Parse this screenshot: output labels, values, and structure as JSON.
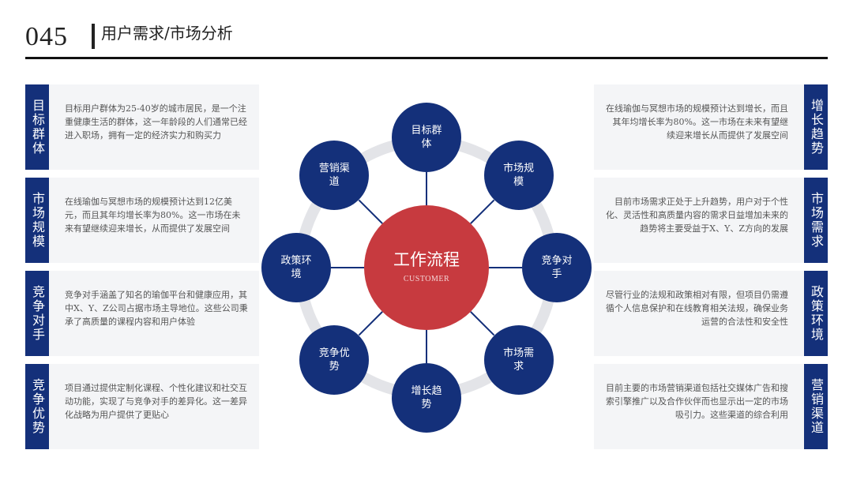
{
  "header": {
    "page_number": "045",
    "title": "用户需求/市场分析"
  },
  "left_cards": [
    {
      "tab": "目标群体",
      "text": "目标用户群体为25-40岁的城市居民，是一个注重健康生活的群体，这一年龄段的人们通常已经进入职场，拥有一定的经济实力和购买力"
    },
    {
      "tab": "市场规模",
      "text": "在线瑜伽与冥想市场的规模预计达到12亿美元，而且其年均增长率为80%。这一市场在未来有望继续迎来增长，从而提供了发展空间"
    },
    {
      "tab": "竞争对手",
      "text": "竞争对手涵盖了知名的瑜伽平台和健康应用，其中X、Y、Z公司占据市场主导地位。这些公司秉承了高质量的课程内容和用户体验"
    },
    {
      "tab": "竞争优势",
      "text": "项目通过提供定制化课程、个性化建议和社交互动功能，实现了与竞争对手的差异化。这一差异化战略为用户提供了更贴心"
    }
  ],
  "right_cards": [
    {
      "tab": "增长趋势",
      "text": "在线瑜伽与冥想市场的规模预计达到增长，而且其年均增长率为80%。这一市场在未来有望继续迎来增长从而提供了发展空间"
    },
    {
      "tab": "市场需求",
      "text": "目前市场需求正处于上升趋势，用户对于个性化、灵活性和高质量内容的需求日益增加未来的趋势将主要受益于X、Y、Z方向的发展"
    },
    {
      "tab": "政策环境",
      "text": "尽管行业的法规和政策相对有限，但项目仍需遵循个人信息保护和在线教育相关法规，确保业务运营的合法性和安全性"
    },
    {
      "tab": "营销渠道",
      "text": "目前主要的市场营销渠道包括社交媒体广告和搜索引擎推广以及合作伙伴而也显示出一定的市场吸引力。这些渠道的综合利用"
    }
  ],
  "diagram": {
    "center_title": "工作流程",
    "center_subtitle": "CUSTOMER",
    "nodes": [
      "目标群体",
      "市场规模",
      "竞争对手",
      "竞争优势",
      "增长趋势",
      "市场需求",
      "政策环境",
      "营销渠道"
    ],
    "colors": {
      "node": "#14307a",
      "center": "#c73a3f",
      "ring": "#e3e4e8",
      "connector": "#14307a"
    }
  }
}
